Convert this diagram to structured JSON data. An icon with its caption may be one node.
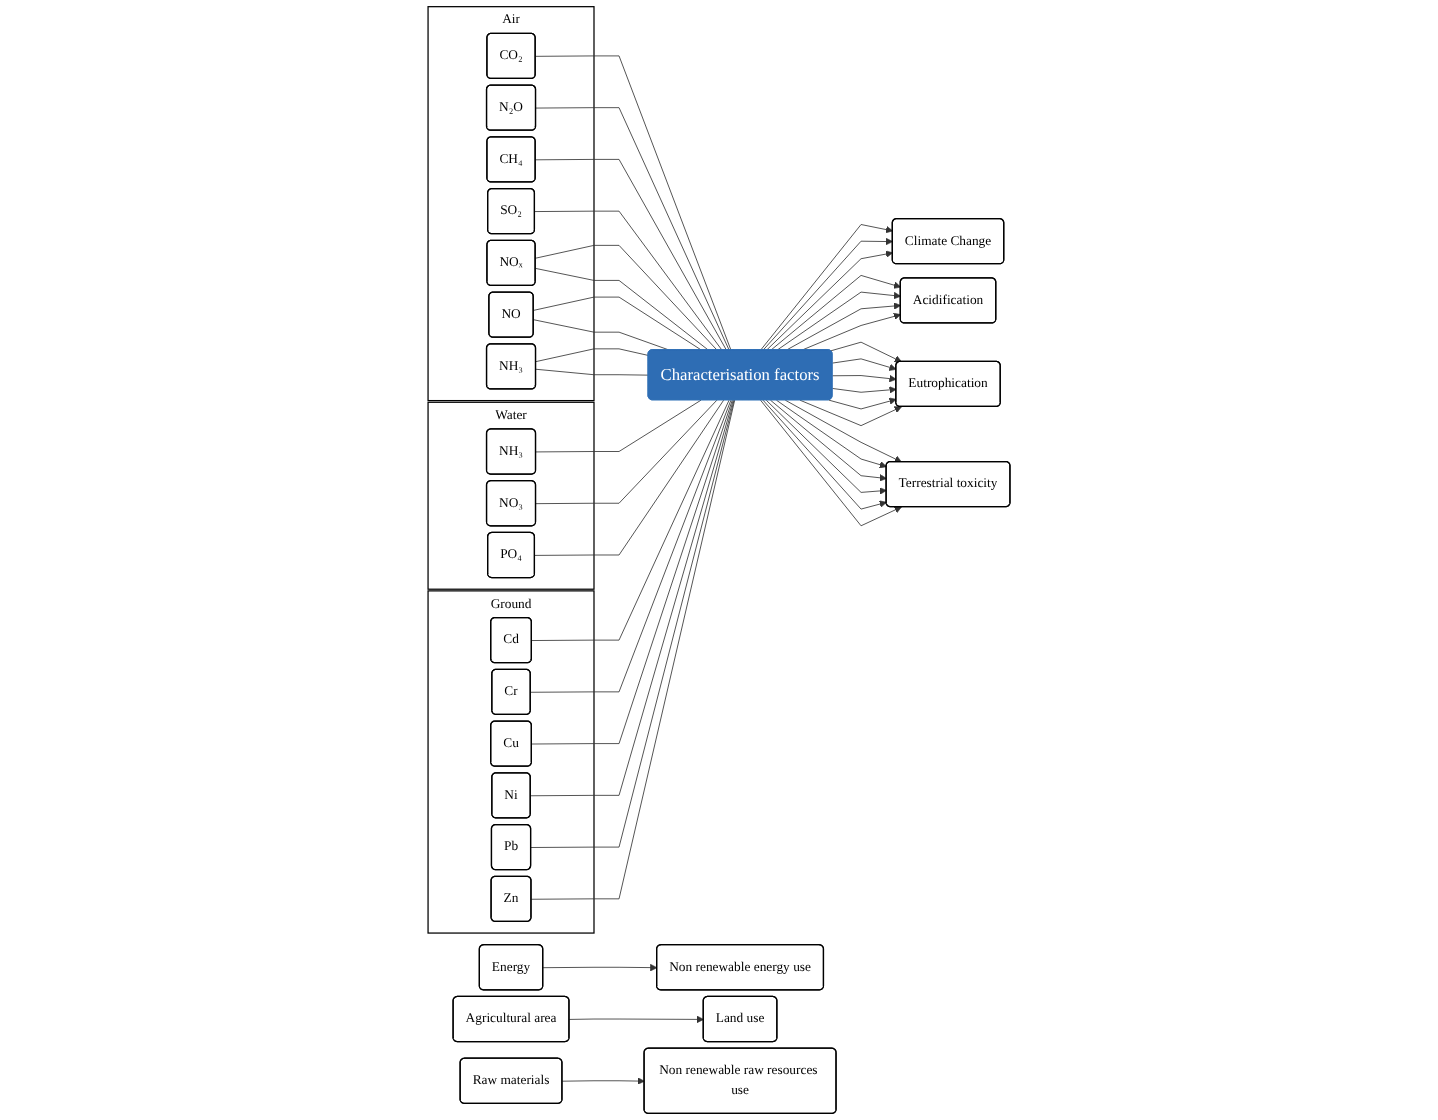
{
  "diagram": {
    "nodes": [
      {
        "text": [
          "Energy"
        ]
      },
      {
        "text": [
          "Agricultural area"
        ]
      },
      {
        "text": [
          "Raw materials"
        ]
      },
      {
        "text": [
          "Air"
        ]
      },
      {
        "text": [
          "CO₂"
        ],
        "in": 3
      },
      {
        "text": [
          "N₂O"
        ],
        "in": 3
      },
      {
        "text": [
          "CH₄"
        ],
        "in": 3
      },
      {
        "text": [
          "SO₂"
        ],
        "in": 3
      },
      {
        "text": [
          "NOₓ"
        ],
        "in": 3
      },
      {
        "text": [
          "NO"
        ],
        "in": 3
      },
      {
        "text": [
          "NH₃"
        ],
        "in": 3
      },
      {
        "text": [
          "Water"
        ]
      },
      {
        "text": [
          "NH₃"
        ],
        "in": 11
      },
      {
        "text": [
          "NO₃"
        ],
        "in": 11
      },
      {
        "text": [
          "PO₄"
        ],
        "in": 11
      },
      {
        "text": [
          "Ground"
        ]
      },
      {
        "text": [
          "Cd"
        ],
        "in": 15
      },
      {
        "text": [
          "Cr"
        ],
        "in": 15
      },
      {
        "text": [
          "Cu"
        ],
        "in": 15
      },
      {
        "text": [
          "Ni"
        ],
        "in": 15
      },
      {
        "text": [
          "Pb"
        ],
        "in": 15
      },
      {
        "text": [
          "Zn"
        ],
        "in": 15
      },
      {
        "text": [
          "Characterisation factors"
        ]
      },
      {
        "text": [
          "Non renewable energy use"
        ]
      },
      {
        "text": [
          "Land use"
        ]
      },
      {
        "text": [
          "Non renewable raw resources use"
        ]
      },
      {
        "text": [
          "Climate Change"
        ]
      },
      {
        "text": [
          "Acidification"
        ]
      },
      {
        "text": [
          "Eutrophication"
        ]
      },
      {
        "text": [
          "Terrestrial toxicity"
        ]
      }
    ],
    "edges": [
      {
        "from": 0,
        "to": 23,
        "arrow": "to"
      },
      {
        "from": 1,
        "to": 24,
        "arrow": "to"
      },
      {
        "from": 2,
        "to": 25,
        "arrow": "to"
      },
      {
        "from": 4,
        "to": 22,
        "arrow": "none"
      },
      {
        "from": 5,
        "to": 22,
        "arrow": "none"
      },
      {
        "from": 6,
        "to": 22,
        "arrow": "none"
      },
      {
        "from": 7,
        "to": 22,
        "arrow": "none"
      },
      {
        "from": 8,
        "to": 22,
        "arrow": "none"
      },
      {
        "from": 8,
        "to": 22,
        "arrow": "none"
      },
      {
        "from": 9,
        "to": 22,
        "arrow": "none"
      },
      {
        "from": 9,
        "to": 22,
        "arrow": "none"
      },
      {
        "from": 10,
        "to": 22,
        "arrow": "none"
      },
      {
        "from": 10,
        "to": 22,
        "arrow": "none"
      },
      {
        "from": 12,
        "to": 22,
        "arrow": "none"
      },
      {
        "from": 13,
        "to": 22,
        "arrow": "none"
      },
      {
        "from": 14,
        "to": 22,
        "arrow": "none"
      },
      {
        "from": 16,
        "to": 22,
        "arrow": "none"
      },
      {
        "from": 17,
        "to": 22,
        "arrow": "none"
      },
      {
        "from": 18,
        "to": 22,
        "arrow": "none"
      },
      {
        "from": 19,
        "to": 22,
        "arrow": "none"
      },
      {
        "from": 20,
        "to": 22,
        "arrow": "none"
      },
      {
        "from": 21,
        "to": 22,
        "arrow": "none"
      },
      {
        "from": 22,
        "to": 26,
        "arrow": "to"
      },
      {
        "from": 22,
        "to": 26,
        "arrow": "to"
      },
      {
        "from": 22,
        "to": 26,
        "arrow": "to"
      },
      {
        "from": 22,
        "to": 27,
        "arrow": "to"
      },
      {
        "from": 22,
        "to": 27,
        "arrow": "to"
      },
      {
        "from": 22,
        "to": 27,
        "arrow": "to"
      },
      {
        "from": 22,
        "to": 27,
        "arrow": "to"
      },
      {
        "from": 22,
        "to": 28,
        "arrow": "to"
      },
      {
        "from": 22,
        "to": 28,
        "arrow": "to"
      },
      {
        "from": 22,
        "to": 28,
        "arrow": "to"
      },
      {
        "from": 22,
        "to": 28,
        "arrow": "to"
      },
      {
        "from": 22,
        "to": 28,
        "arrow": "to"
      },
      {
        "from": 22,
        "to": 28,
        "arrow": "to"
      },
      {
        "from": 22,
        "to": 29,
        "arrow": "to"
      },
      {
        "from": 22,
        "to": 29,
        "arrow": "to"
      },
      {
        "from": 22,
        "to": 29,
        "arrow": "to"
      },
      {
        "from": 22,
        "to": 29,
        "arrow": "to"
      },
      {
        "from": 22,
        "to": 29,
        "arrow": "to"
      },
      {
        "from": 22,
        "to": 29,
        "arrow": "to"
      }
    ]
  }
}
